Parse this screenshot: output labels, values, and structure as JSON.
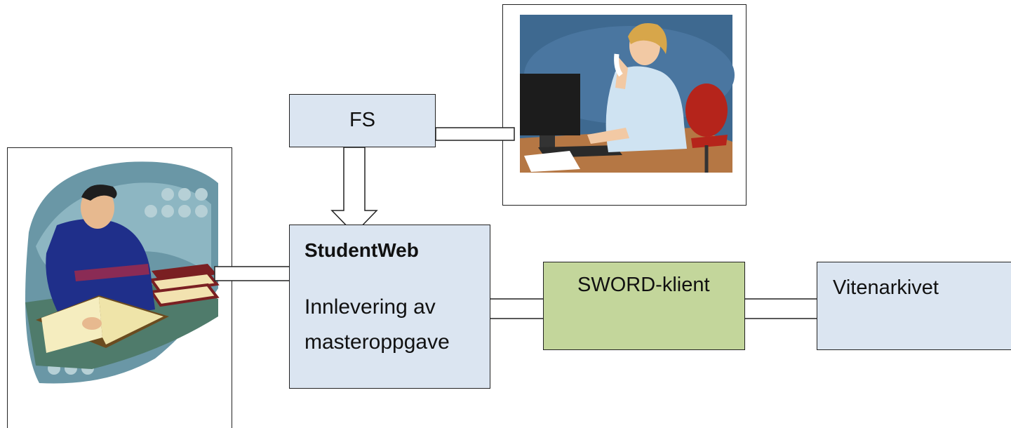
{
  "diagram": {
    "fs": {
      "label": "FS"
    },
    "studentweb": {
      "title": "StudentWeb",
      "line1": "Innlevering av",
      "line2": "masteroppgave"
    },
    "sword": {
      "label": "SWORD-klient"
    },
    "vitenarkivet": {
      "label": "Vitenarkivet"
    },
    "images": {
      "student": "student-reading-clipart",
      "secretary": "office-worker-on-phone-clipart"
    },
    "colors": {
      "box_blue": "#dbe5f1",
      "box_green": "#c3d69b",
      "border": "#222222"
    }
  }
}
